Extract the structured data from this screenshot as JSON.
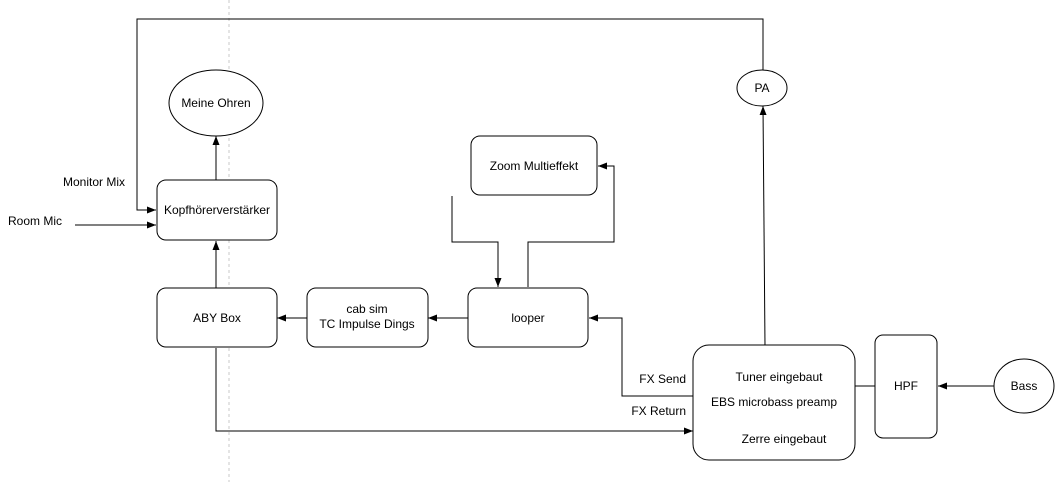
{
  "diagram": {
    "nodes": {
      "meine_ohren": "Meine Ohren",
      "kopfhoerer": "Kopfhörerverstärker",
      "aby_box": "ABY Box",
      "cab_sim_line1": "cab sim",
      "cab_sim_line2": "TC Impulse Dings",
      "looper": "looper",
      "zoom": "Zoom Multieffekt",
      "pa": "PA",
      "amp_tuner": "Tuner eingebaut",
      "amp_preamp": "EBS microbass preamp",
      "amp_zerre": "Zerre eingebaut",
      "hpf": "HPF",
      "bass": "Bass"
    },
    "labels": {
      "monitor_mix": "Monitor Mix",
      "room_mic": "Room Mic",
      "fx_send": "FX Send",
      "fx_return": "FX Return"
    }
  }
}
